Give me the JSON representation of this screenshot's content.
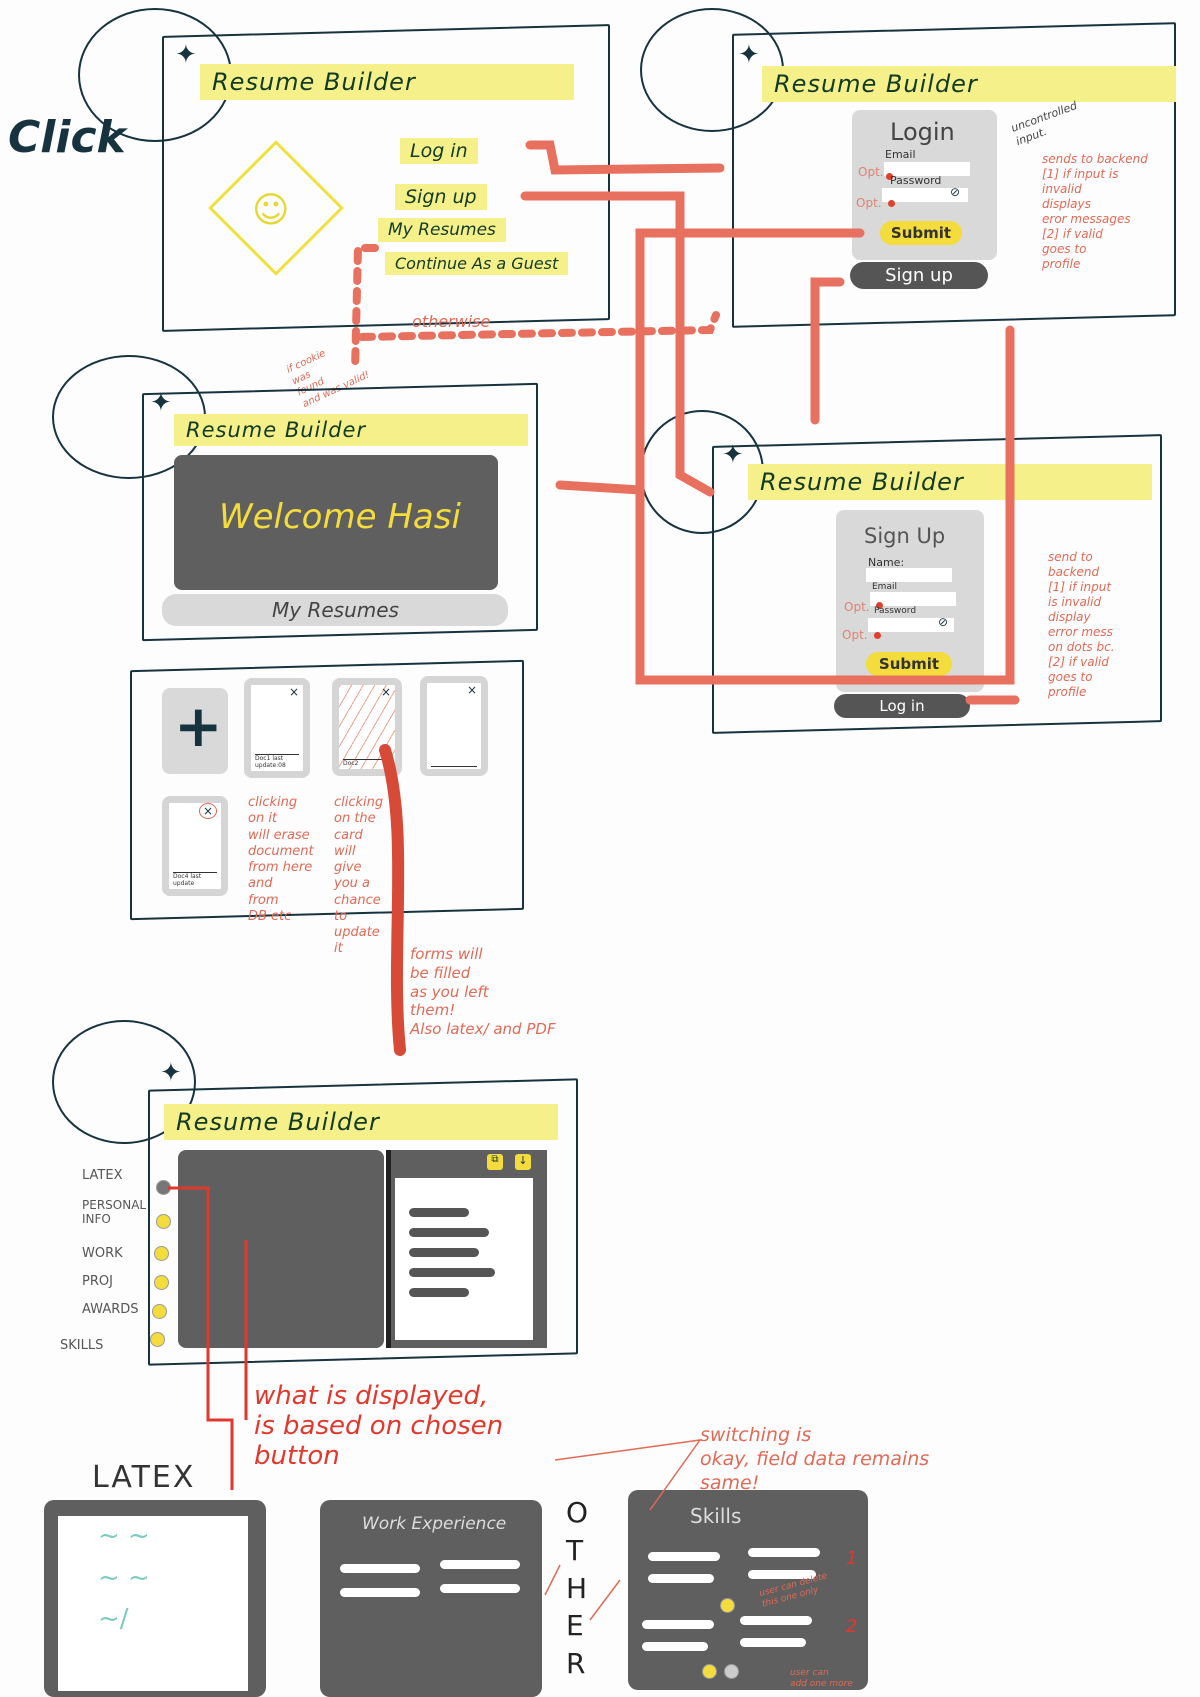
{
  "click_label": "Click",
  "app_title": "Resume Builder",
  "landing": {
    "menu": [
      "Log in",
      "Sign up",
      "My Resumes",
      "Continue As a Guest"
    ],
    "otherwise_note": "otherwise",
    "cookie_note": "if cookie\nwas\nfound\nand was valid!"
  },
  "login": {
    "heading": "Login",
    "email_label": "Email",
    "password_label": "Password",
    "opt_label": "Opt.",
    "submit_label": "Submit",
    "signup_button": "Sign up",
    "uncontrolled_note": "uncontrolled\ninput.",
    "notes": "sends to backend\n[1] if input is\ninvalid\ndisplays\neror messages\n[2] if valid\ngoes to\nprofile"
  },
  "welcome": {
    "banner": "Welcome Hasi",
    "my_resumes": "My Resumes",
    "add_icon": "plus-icon",
    "cards": [
      {
        "meta": "Doc1\nlast update:08"
      },
      {
        "meta": "Doc2"
      },
      {
        "meta": ""
      },
      {
        "meta": "Doc4\nlast update"
      }
    ],
    "erase_note": "clicking\non it\nwill erase\ndocument\nfrom here\nand\nfrom\nDB etc",
    "card_note": "clicking\non the\ncard\nwill\ngive\nyou a\nchance\nto\nupdate\nit",
    "forms_note": "forms will\nbe filled\nas you left\nthem!\nAlso latex/ and PDF"
  },
  "signup": {
    "heading": "Sign Up",
    "name_label": "Name:",
    "email_label": "Email",
    "password_label": "Password",
    "opt_label": "Opt.",
    "submit_label": "Submit",
    "login_button": "Log in",
    "notes": "send to\nbackend\n[1] if input\nis invalid\ndisplay\nerror mess\non dots bc.\n[2] if valid\ngoes to\nprofile"
  },
  "editor": {
    "side_labels": [
      "LATEX",
      "PERSONAL INFO",
      "WORK",
      "PROJ",
      "AWARDS",
      "SKILLS"
    ],
    "toolbar_icons": [
      "copy-icon",
      "download-icon"
    ],
    "display_note": "what is displayed,\n      is based on chosen\n            button"
  },
  "bottom": {
    "latex_label": "LATEX",
    "work_title": "Work Experience",
    "other_label": "OTHER",
    "skills_title": "Skills",
    "switch_note": "switching is\n   okay, field data  remains\n                               same!",
    "delete_note": "user can delete\nthis one only",
    "add_note": "user can\nadd one more",
    "group_labels": [
      "1",
      "2"
    ]
  },
  "colors": {
    "accent_yellow": "#f6f08a",
    "arrow_red": "#e8705e",
    "ink": "#16333f",
    "panel_gray": "#5f5f5f"
  }
}
